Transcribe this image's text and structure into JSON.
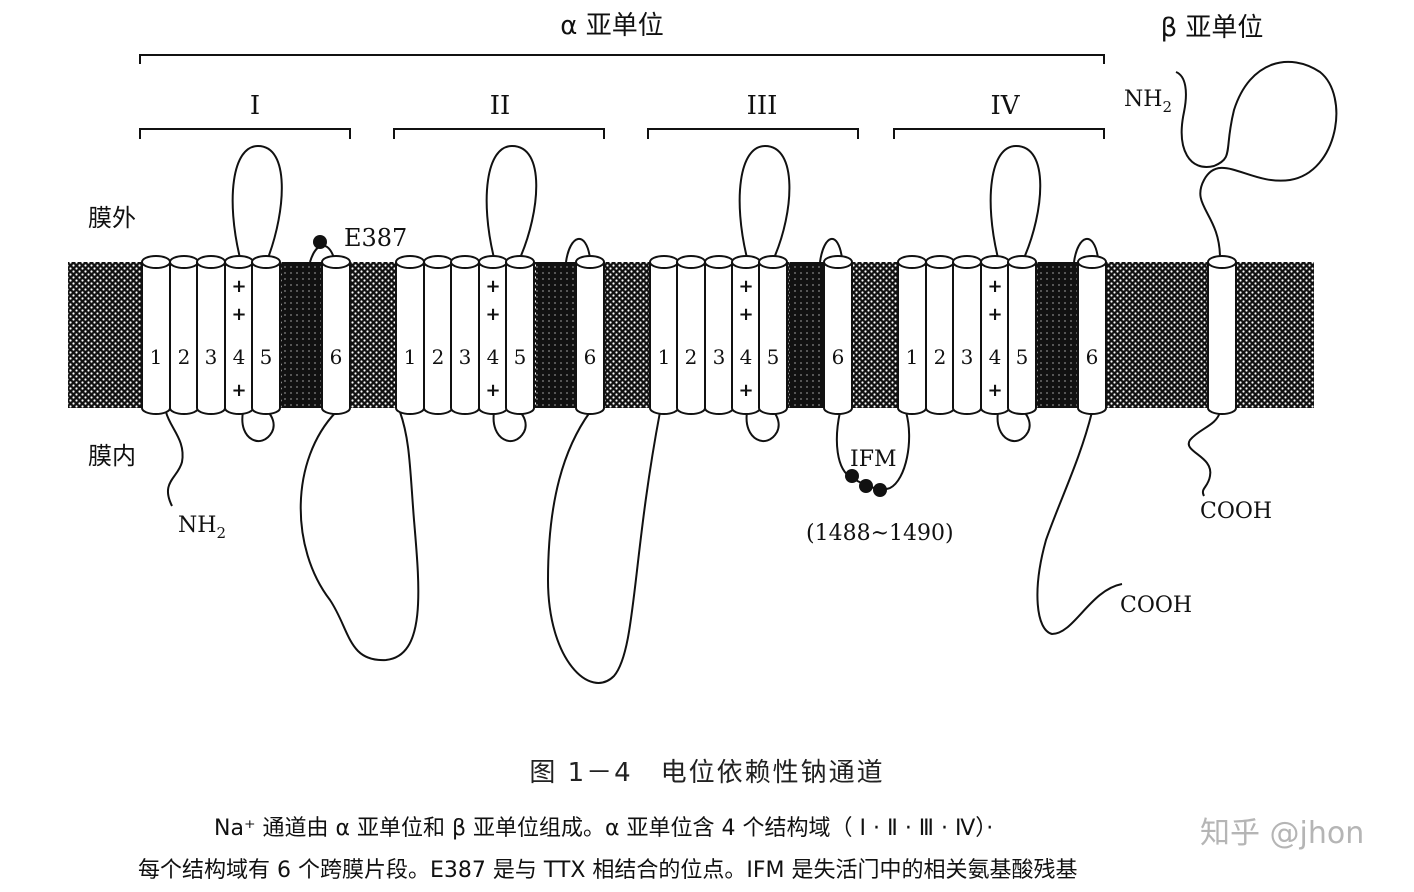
{
  "labels": {
    "alpha_subunit": "α 亚单位",
    "beta_subunit": "β 亚单位",
    "domains": [
      "I",
      "II",
      "III",
      "IV"
    ],
    "extracellular": "膜外",
    "intracellular": "膜内",
    "e387": "E387",
    "nh2_alpha": "NH",
    "nh2_alpha_sub": "2",
    "nh2_beta": "NH",
    "nh2_beta_sub": "2",
    "cooh_alpha": "COOH",
    "cooh_beta": "COOH",
    "ifm": "IFM",
    "ifm_range": "(1488~1490)",
    "segment_numbers": [
      "1",
      "2",
      "3",
      "4",
      "5",
      "6"
    ],
    "plus_sign": "+"
  },
  "caption": {
    "figure_title": "图 1－4　电位依赖性钠通道",
    "line1": "Na⁺ 通道由 α 亚单位和 β 亚单位组成。α 亚单位含 4 个结构域（ Ⅰ · Ⅱ · Ⅲ · Ⅳ）·",
    "line2": "每个结构域有 6 个跨膜片段。E387 是与 TTX 相结合的位点。IFM 是失活门中的相关氨基酸残基"
  },
  "watermark": "知乎 @jhon"
}
